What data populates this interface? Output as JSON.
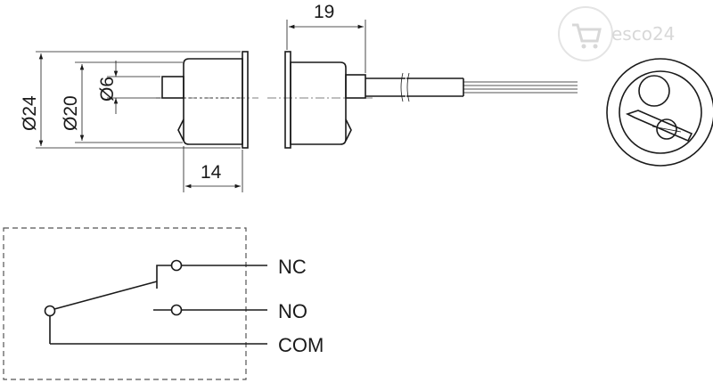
{
  "drawing": {
    "dimensions": {
      "outer_diameter": "Ø24",
      "body_diameter": "Ø20",
      "plunger_diameter": "Ø6",
      "body_length": "14",
      "housing_length": "19"
    },
    "terminals": {
      "nc": "NC",
      "no": "NO",
      "com": "COM"
    }
  },
  "watermark": {
    "text": "esco24",
    "icon": "shopping-cart-icon"
  },
  "colors": {
    "line": "#1a1a1a",
    "watermark": "#d8d8d8"
  }
}
